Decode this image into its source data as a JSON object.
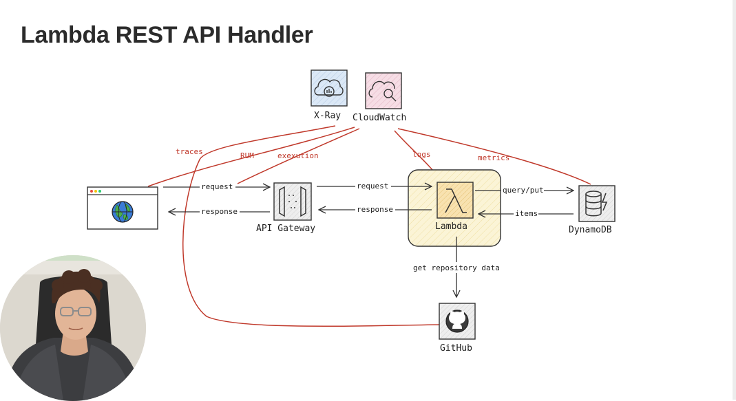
{
  "slide": {
    "title": "Lambda REST API Handler"
  },
  "nodes": {
    "xray": "X-Ray",
    "cloudwatch": "CloudWatch",
    "api_gateway": "API Gateway",
    "lambda": "Lambda",
    "dynamodb": "DynamoDB",
    "github": "GitHub"
  },
  "edges": {
    "traces": "traces",
    "rum": "RUM",
    "execution": "exexution",
    "logs": "logs",
    "metrics": "metrics",
    "request_1": "request",
    "response_1": "response",
    "request_2": "request",
    "response_2": "response",
    "query_put": "query/put",
    "items": "items",
    "get_repo": "get repository data"
  },
  "colors": {
    "accent_red": "#c0392b",
    "lambda_zone": "#fbf3d0",
    "xray_fill": "#d9e8f7",
    "cloudwatch_fill": "#f6d9e2",
    "lambda_fill": "#f9e7b5"
  }
}
